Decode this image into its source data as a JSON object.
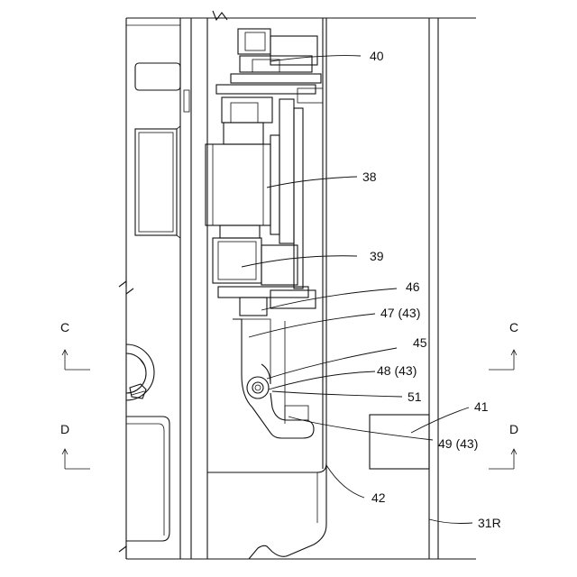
{
  "labels": {
    "l40": "40",
    "l38": "38",
    "l39": "39",
    "l46": "46",
    "l47": "47 (43)",
    "l45": "45",
    "l48": "48 (43)",
    "l51": "51",
    "l41": "41",
    "l49": "49 (43)",
    "l42": "42",
    "l31r": "31R"
  },
  "section_marks": {
    "c_left": "C",
    "c_right": "C",
    "d_left": "D",
    "d_right": "D"
  },
  "line_color": "#111111"
}
